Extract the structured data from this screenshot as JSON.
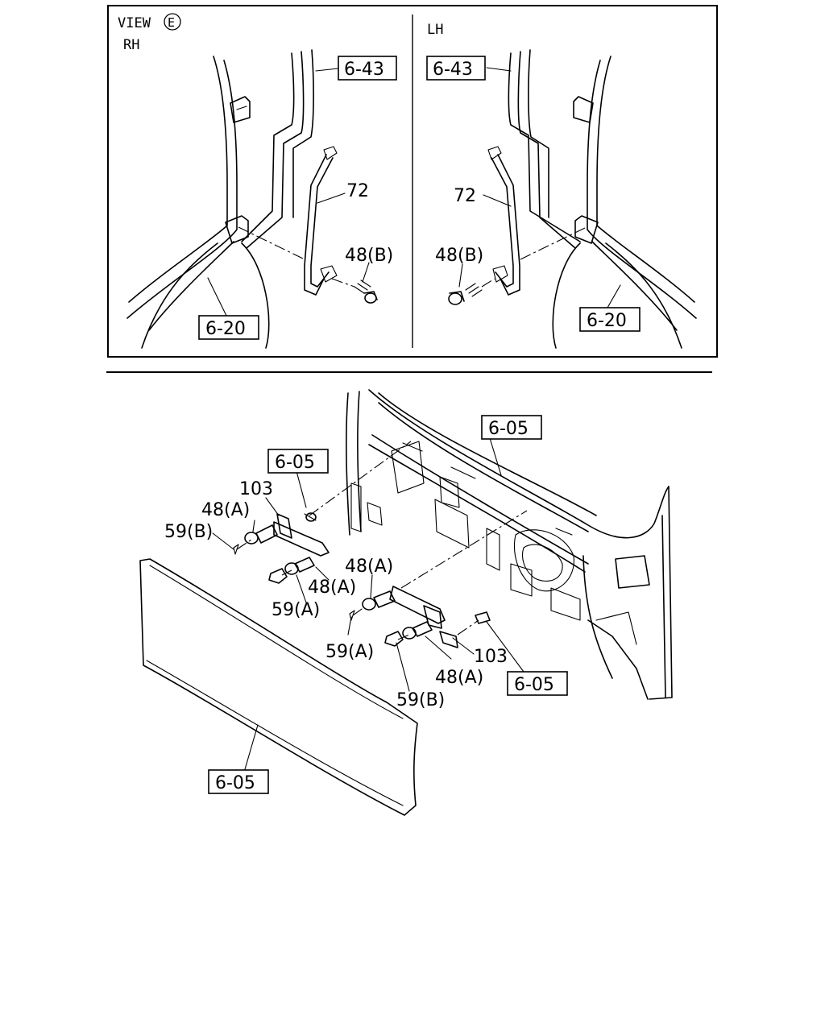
{
  "view_header": {
    "view_label": "VIEW",
    "view_mark": "E",
    "rh": "RH",
    "lh": "LH"
  },
  "inset_rh": {
    "ref_6_43": "6-43",
    "part_72": "72",
    "part_48b": "48(B)",
    "ref_6_20": "6-20"
  },
  "inset_lh": {
    "ref_6_43": "6-43",
    "part_72": "72",
    "part_48b": "48(B)",
    "ref_6_20": "6-20"
  },
  "main": {
    "ref_6_05_top_right": "6-05",
    "ref_6_05_top_left": "6-05",
    "part_103_left": "103",
    "part_48a_left": "48(A)",
    "part_59b_left": "59(B)",
    "part_48a_left_lower": "48(A)",
    "part_59a_left": "59(A)",
    "part_48a_center": "48(A)",
    "part_59a_center": "59(A)",
    "part_103_right": "103",
    "part_48a_right": "48(A)",
    "ref_6_05_right": "6-05",
    "part_59b_right": "59(B)",
    "ref_6_05_bottom": "6-05"
  }
}
